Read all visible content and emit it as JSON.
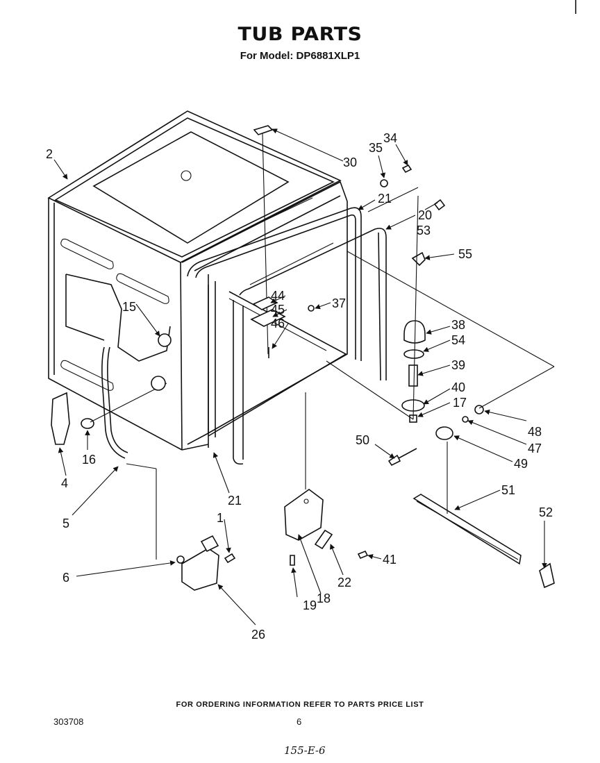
{
  "header": {
    "title": "TUB PARTS",
    "subtitle": "For Model: DP6881XLP1"
  },
  "footer": {
    "ordering_note": "FOR ORDERING INFORMATION REFER TO PARTS PRICE LIST",
    "document_number": "303708",
    "page_number": "6",
    "handwritten_note": "155-E-6"
  },
  "callouts": {
    "c1": "1",
    "c2": "2",
    "c4": "4",
    "c5": "5",
    "c6": "6",
    "c15": "15",
    "c16": "16",
    "c17": "17",
    "c18": "18",
    "c19": "19",
    "c20": "20",
    "c21a": "21",
    "c21b": "21",
    "c22": "22",
    "c26": "26",
    "c30": "30",
    "c34": "34",
    "c35": "35",
    "c37": "37",
    "c38": "38",
    "c39": "39",
    "c40": "40",
    "c41": "41",
    "c44": "44",
    "c45": "45",
    "c46": "46",
    "c47": "47",
    "c48": "48",
    "c49": "49",
    "c50": "50",
    "c51": "51",
    "c52": "52",
    "c53": "53",
    "c54": "54",
    "c55": "55"
  }
}
